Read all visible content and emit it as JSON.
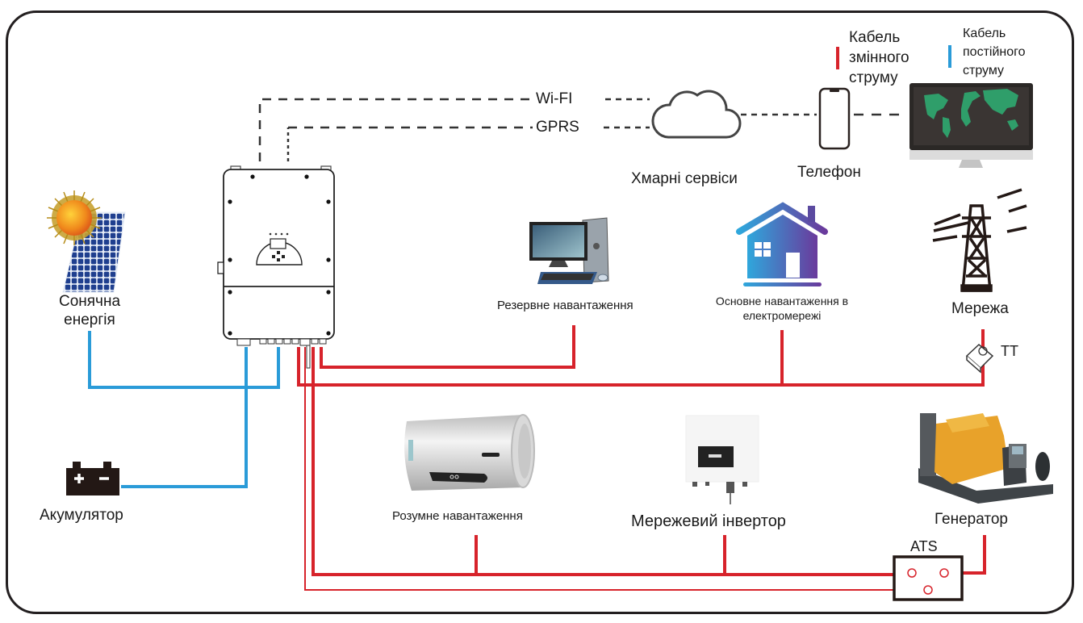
{
  "diagram": {
    "language": "uk",
    "colors": {
      "ac_cable": "#d7232b",
      "dc_cable": "#2a9bd8",
      "frame": "#231f20",
      "comm_line": "#333333"
    },
    "legend": {
      "ac": {
        "label_line1": "Кабель",
        "label_line2": "змінного",
        "label_line3": "струму"
      },
      "dc": {
        "label_line1": "Кабель",
        "label_line2": "постійного",
        "label_line3": "струму"
      }
    },
    "communication": {
      "wifi_label": "Wi-FI",
      "gprs_label": "GPRS"
    },
    "nodes": {
      "cloud": {
        "label": "Хмарні сервіси",
        "icon": "cloud-icon"
      },
      "phone": {
        "label": "Телефон",
        "icon": "smartphone-icon"
      },
      "monitor": {
        "label": "",
        "icon": "monitor-icon"
      },
      "solar": {
        "label_line1": "Сонячна",
        "label_line2": "енергія",
        "icon": "solar-panel-icon"
      },
      "battery": {
        "label": "Акумулятор",
        "icon": "battery-icon",
        "plus": "+",
        "minus": "−"
      },
      "inverter": {
        "label": "",
        "icon": "hybrid-inverter-icon"
      },
      "backup_load": {
        "label": "Резервне навантаження",
        "icon": "desktop-computer-icon"
      },
      "main_load": {
        "label_line1": "Основне навантаження в",
        "label_line2": "електромережі",
        "icon": "house-icon"
      },
      "grid": {
        "label": "Мережа",
        "icon": "power-tower-icon"
      },
      "ct": {
        "label": "ТТ",
        "icon": "current-transformer-icon"
      },
      "smart_load": {
        "label": "Розумне навантаження",
        "icon": "water-heater-icon"
      },
      "grid_inverter": {
        "label": "Мережевий інвертор",
        "icon": "grid-inverter-icon"
      },
      "generator": {
        "label": "Генератор",
        "icon": "generator-icon"
      },
      "ats": {
        "label": "ATS",
        "icon": "ats-switch-icon"
      }
    }
  }
}
